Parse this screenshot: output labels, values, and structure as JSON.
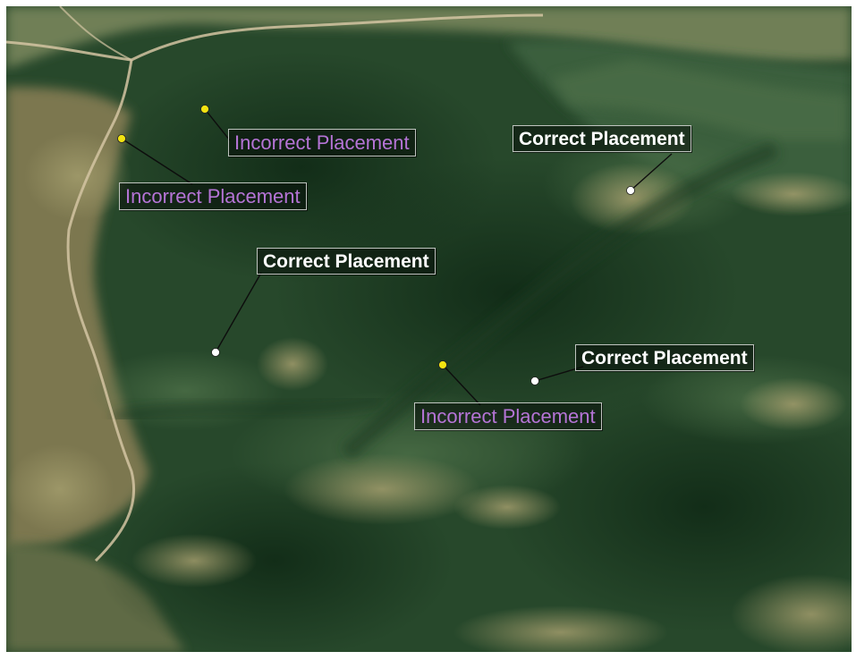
{
  "map": {
    "colors": {
      "forest": "#25462a",
      "forest_dark": "#17321d",
      "meadow": "#8c8a5e",
      "road": "#cdbb9a",
      "marker_correct": "#ffffff",
      "marker_incorrect": "#f2e311",
      "label_correct": "#ffffff",
      "label_incorrect": "#b574d6"
    },
    "placements": [
      {
        "id": "incorrect-1",
        "status": "incorrect",
        "label": "Incorrect Placement"
      },
      {
        "id": "incorrect-2",
        "status": "incorrect",
        "label": "Incorrect Placement"
      },
      {
        "id": "correct-1",
        "status": "correct",
        "label": "Correct Placement"
      },
      {
        "id": "correct-2",
        "status": "correct",
        "label": "Correct Placement"
      },
      {
        "id": "incorrect-3",
        "status": "incorrect",
        "label": "Incorrect Placement"
      },
      {
        "id": "correct-3",
        "status": "correct",
        "label": "Correct Placement"
      }
    ]
  }
}
